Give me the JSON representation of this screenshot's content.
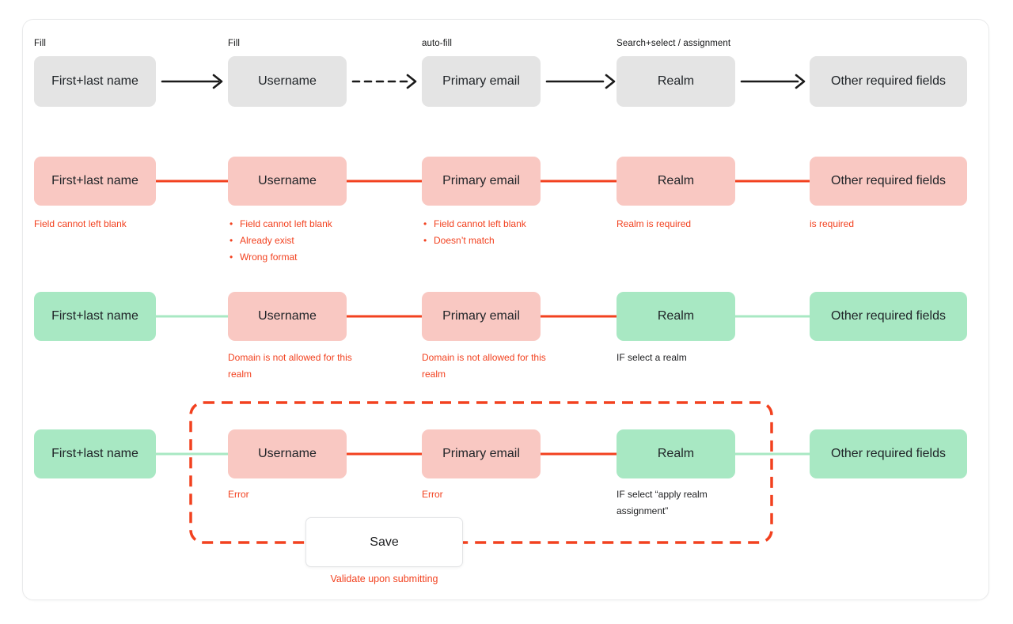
{
  "palette": {
    "neutral_box": "#e4e4e4",
    "error_box": "#f9c8c2",
    "ok_box": "#a8e8c3",
    "error_red": "#f2411f",
    "arrow_black": "#1a1a1a"
  },
  "rows": [
    {
      "name": "fill-flow",
      "boxes": [
        {
          "tag": "Fill",
          "label": "First+last name"
        },
        {
          "tag": "Fill",
          "label": "Username"
        },
        {
          "tag": "auto-fill",
          "label": "Primary email"
        },
        {
          "tag": "Search+select / assignment",
          "label": "Realm"
        },
        {
          "label": "Other required fields"
        }
      ]
    },
    {
      "name": "all-error-state",
      "boxes": [
        {
          "label": "First+last name",
          "notes": [
            "Field cannot left blank"
          ]
        },
        {
          "label": "Username",
          "notes": [
            "Field cannot left blank",
            "Already exist",
            "Wrong format"
          ]
        },
        {
          "label": "Primary email",
          "notes": [
            "Field cannot left blank",
            "Doesn’t match"
          ]
        },
        {
          "label": "Realm",
          "notes": [
            "Realm is required"
          ]
        },
        {
          "label": "Other required fields",
          "notes": [
            "is required"
          ]
        }
      ]
    },
    {
      "name": "realm-domain-error-state",
      "boxes": [
        {
          "label": "First+last name"
        },
        {
          "label": "Username",
          "notes": [
            "Domain is not allowed for this realm"
          ]
        },
        {
          "label": "Primary email",
          "notes": [
            "Domain is not allowed for this realm"
          ]
        },
        {
          "label": "Realm",
          "notes": [
            "IF select a realm"
          ]
        },
        {
          "label": "Other required fields"
        }
      ]
    },
    {
      "name": "submit-validation-state",
      "boxes": [
        {
          "label": "First+last name"
        },
        {
          "label": "Username",
          "notes": [
            "Error"
          ]
        },
        {
          "label": "Primary email",
          "notes": [
            "Error"
          ]
        },
        {
          "label": "Realm",
          "notes": [
            "IF select “apply realm assignment”"
          ]
        },
        {
          "label": "Other required fields"
        }
      ]
    }
  ],
  "save": {
    "label": "Save",
    "note": "Validate upon submitting"
  }
}
